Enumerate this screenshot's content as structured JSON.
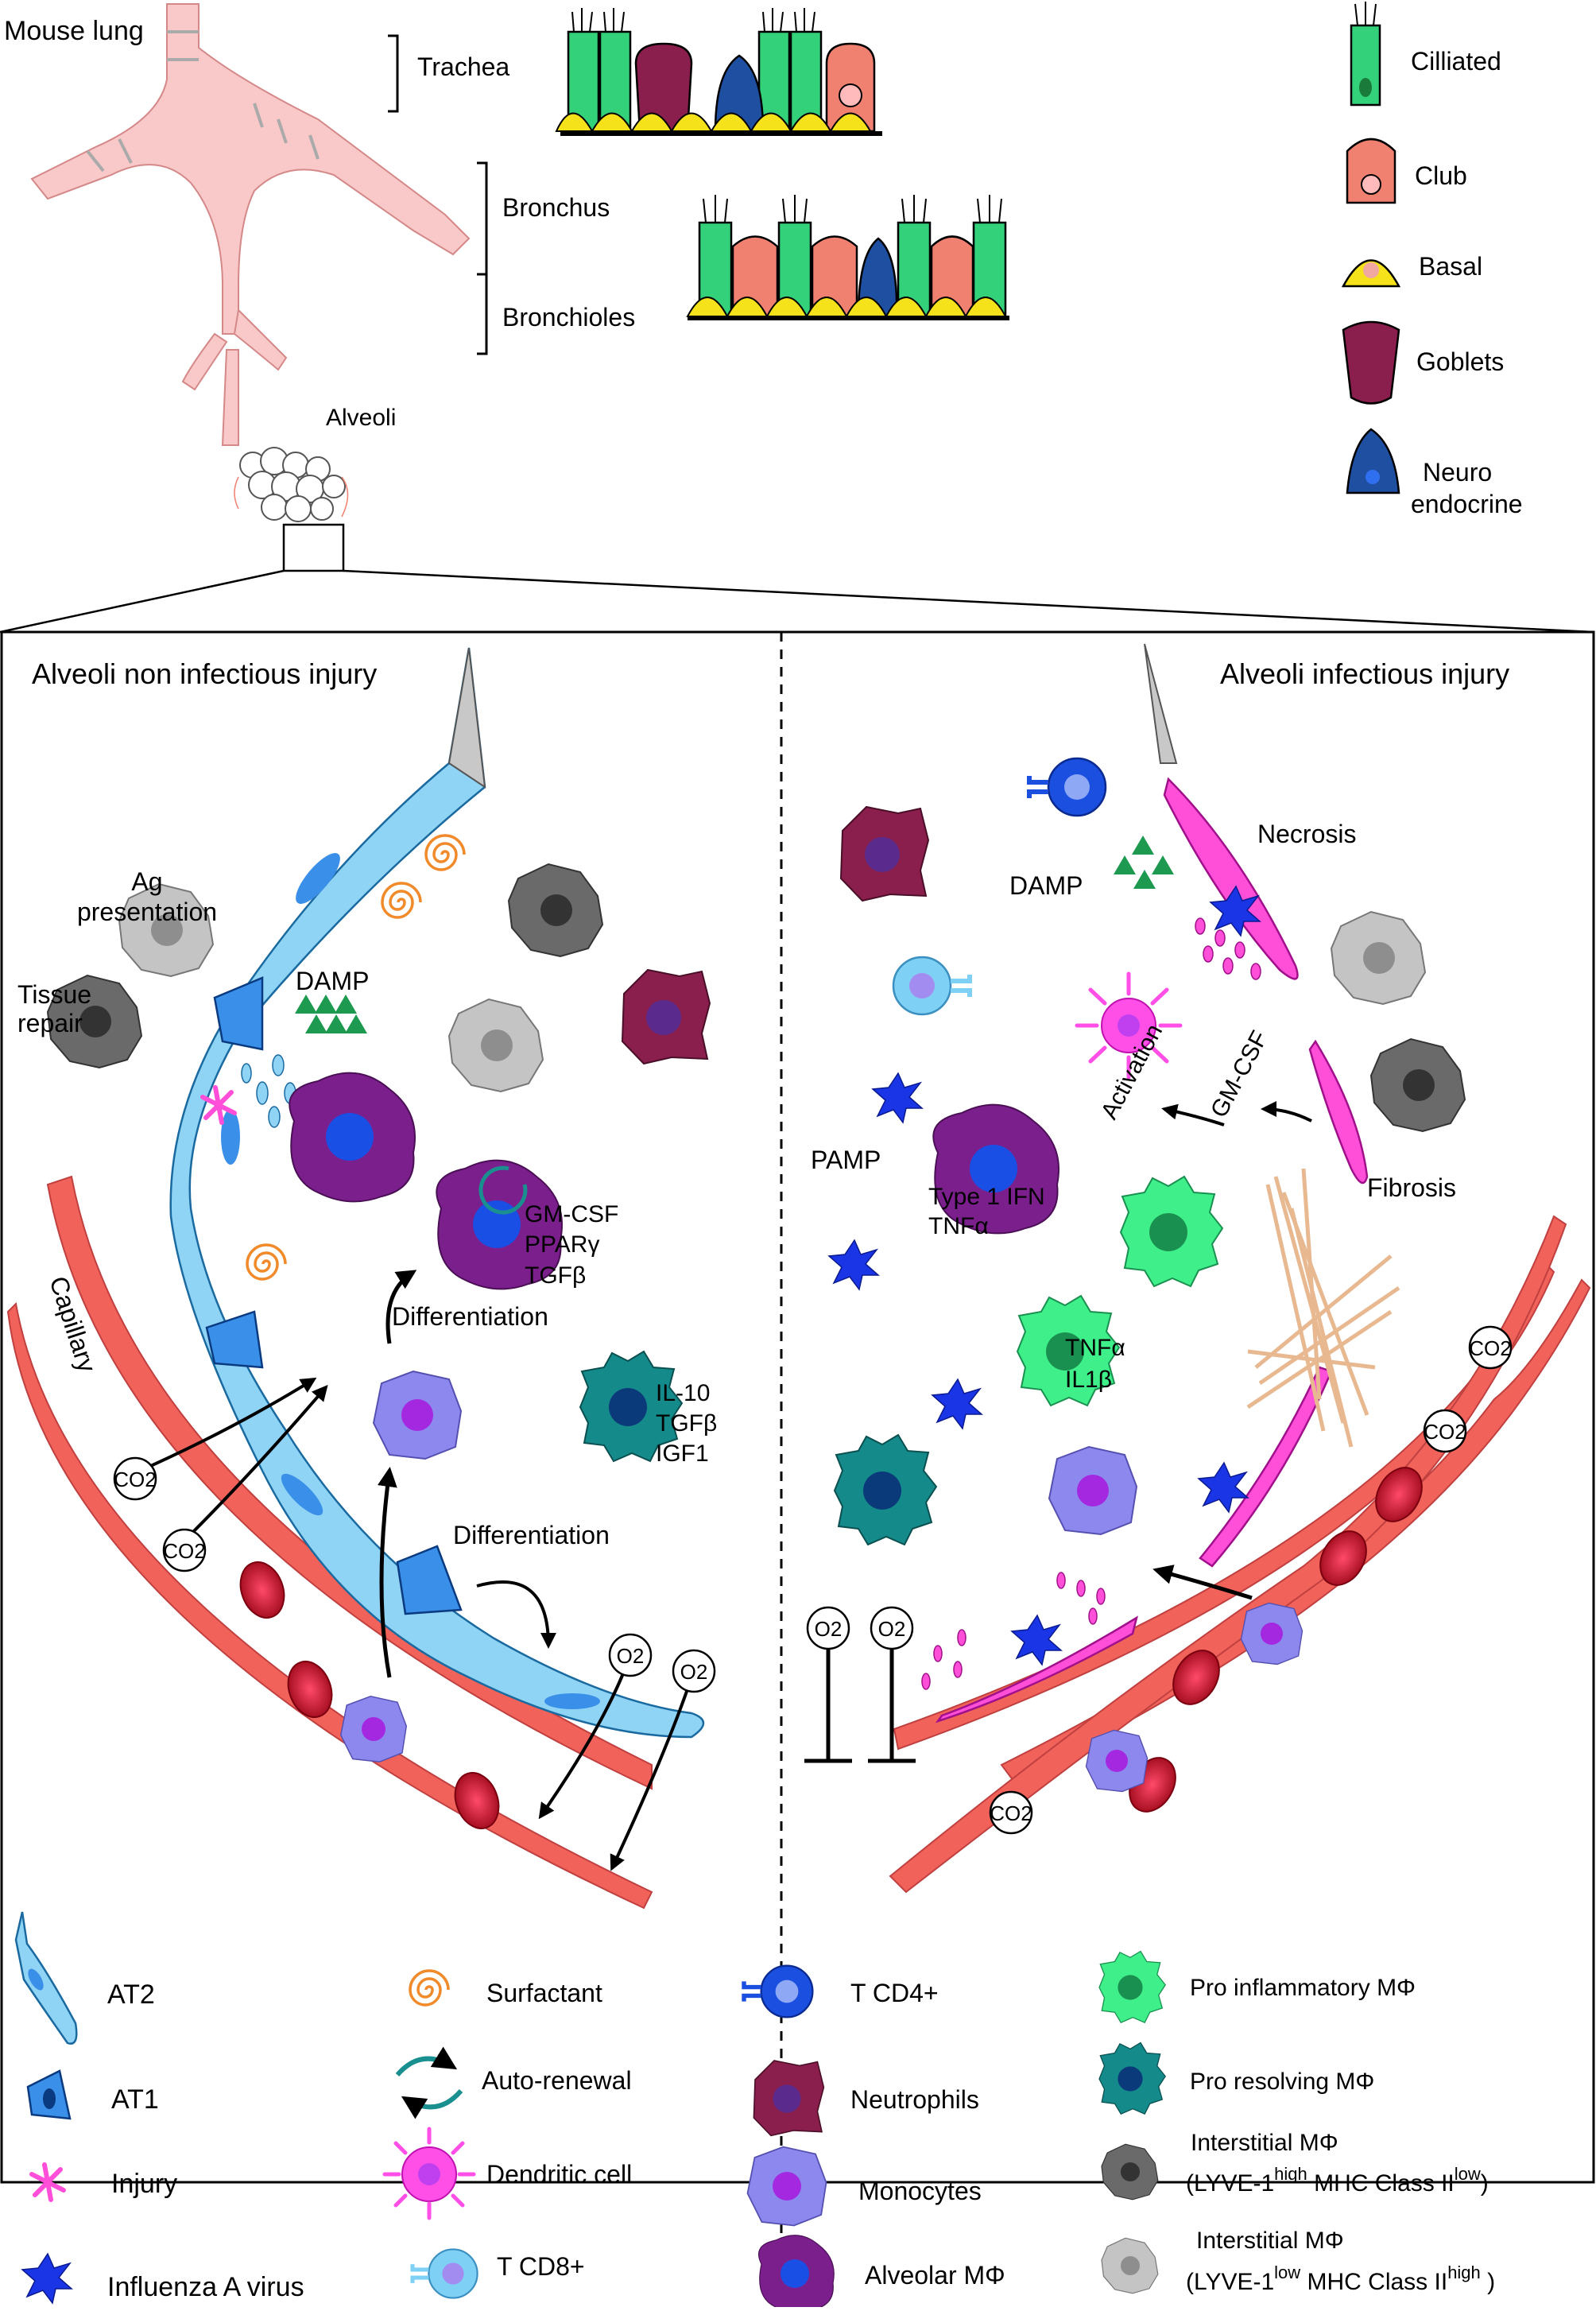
{
  "lung": {
    "title": "Mouse lung",
    "trachea": "Trachea",
    "bronchus": "Bronchus",
    "bronchioles": "Bronchioles",
    "alveoli": "Alveoli"
  },
  "top_legend": {
    "ciliated": "Cilliated",
    "club": "Club",
    "basal": "Basal",
    "goblets": "Goblets",
    "neuro_1": "Neuro",
    "neuro_2": "endocrine"
  },
  "left_panel": {
    "title": "Alveoli non infectious injury",
    "ag_1": "Ag",
    "ag_2": "presentation",
    "tissue_1": "Tissue",
    "tissue_2": "repair",
    "damp": "DAMP",
    "gmcsf": "GM-CSF",
    "ppar": "PPARγ",
    "tgfb": "TGFβ",
    "differentiation_top": "Differentiation",
    "differentiation_bottom": "Differentiation",
    "capillary": "Capillary",
    "il10": "IL-10",
    "tgfb2": "TGFβ",
    "igf1": "IGF1",
    "co2_a": "CO2",
    "co2_b": "CO2",
    "o2_a": "O2",
    "o2_b": "O2"
  },
  "right_panel": {
    "title": "Alveoli infectious injury",
    "necrosis": "Necrosis",
    "damp": "DAMP",
    "pamp": "PAMP",
    "type1ifn": "Type 1 IFN",
    "tnfa": "TNFα",
    "activation": "Activation",
    "gmcsf": "GM-CSF",
    "fibrosis": "Fibrosis",
    "tnfa2": "TNFα",
    "il1b": "IL1β",
    "co2_a": "CO2",
    "co2_b": "CO2",
    "co2_c": "CO2",
    "o2_a": "O2",
    "o2_b": "O2"
  },
  "bottom_legend": {
    "at2": "AT2",
    "at1": "AT1",
    "injury": "Injury",
    "flu": "Influenza A virus",
    "surfactant": "Surfactant",
    "autorenewal": "Auto-renewal",
    "dendritic": "Dendritic cell",
    "tcd8": "T CD8+",
    "tcd4": "T CD4+",
    "neutrophils": "Neutrophils",
    "monocytes": "Monocytes",
    "alveolar": "Alveolar MΦ",
    "proinfl": "Pro inflammatory MΦ",
    "proresolv": "Pro resolving MΦ",
    "interstitial_1": "Interstitial MΦ",
    "lyve_high_1": "(LYVE-1",
    "sup_high_1": "high",
    "mhc_low_1": " MHC Class II",
    "sup_low_1": "low",
    "close_1": ")",
    "interstitial_2": "Interstitial MΦ",
    "lyve_low_2": "(LYVE-1",
    "sup_low_2": "low",
    "mhc_high_2": " MHC Class II",
    "sup_high_2": "high",
    "close_2": " )"
  },
  "colors": {
    "ciliated": "#33d17a",
    "club": "#f08070",
    "basal": "#f5e21a",
    "goblet": "#8a1e4c",
    "neuro": "#1f4fa0",
    "at2": "#8fd3f5",
    "at1": "#3a8fe8",
    "injury": "#ff4fd8",
    "flu": "#1a35e6",
    "surfactant": "#f08a2a",
    "autorenewal": "#1a8f8f",
    "dendritic": "#ff4fe6",
    "tcd8": "#7fd0f5",
    "tcd4": "#1a4fe0",
    "neutrophil": "#8a1e4c",
    "monocyte": "#8c88ee",
    "alveolar": "#7b1f8c",
    "proinfl": "#3ff08a",
    "proresolv": "#158a8a",
    "interstitial_dark": "#6a6a6a",
    "interstitial_light": "#bdbdbd",
    "capillary": "#f0625a",
    "rbc": "#b01228"
  }
}
